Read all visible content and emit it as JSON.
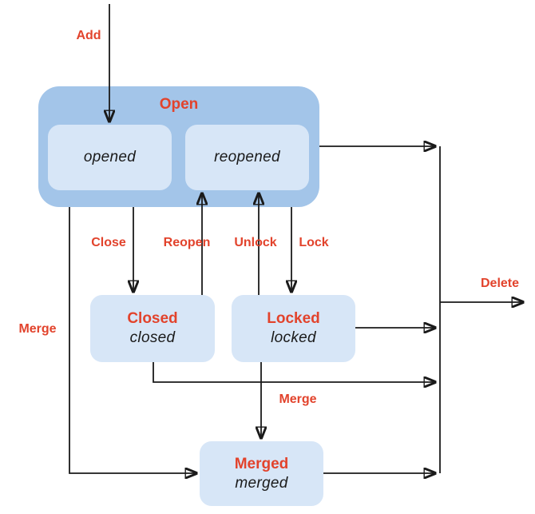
{
  "diagram": {
    "type": "state-diagram",
    "states": {
      "open": {
        "title": "Open",
        "substates": {
          "opened": "opened",
          "reopened": "reopened"
        }
      },
      "closed": {
        "title": "Closed",
        "subtitle": "closed"
      },
      "locked": {
        "title": "Locked",
        "subtitle": "locked"
      },
      "merged": {
        "title": "Merged",
        "subtitle": "merged"
      }
    },
    "transitions": {
      "add": "Add",
      "close": "Close",
      "reopen": "Reopen",
      "unlock": "Unlock",
      "lock": "Lock",
      "merge_from_open": "Merge",
      "merge_from_locked": "Merge",
      "delete": "Delete"
    },
    "colors": {
      "container_fill": "#a3c5e9",
      "state_fill": "#d7e6f7",
      "label_red": "#e2432c",
      "line": "#1a1a1a",
      "background": "#ffffff"
    }
  }
}
